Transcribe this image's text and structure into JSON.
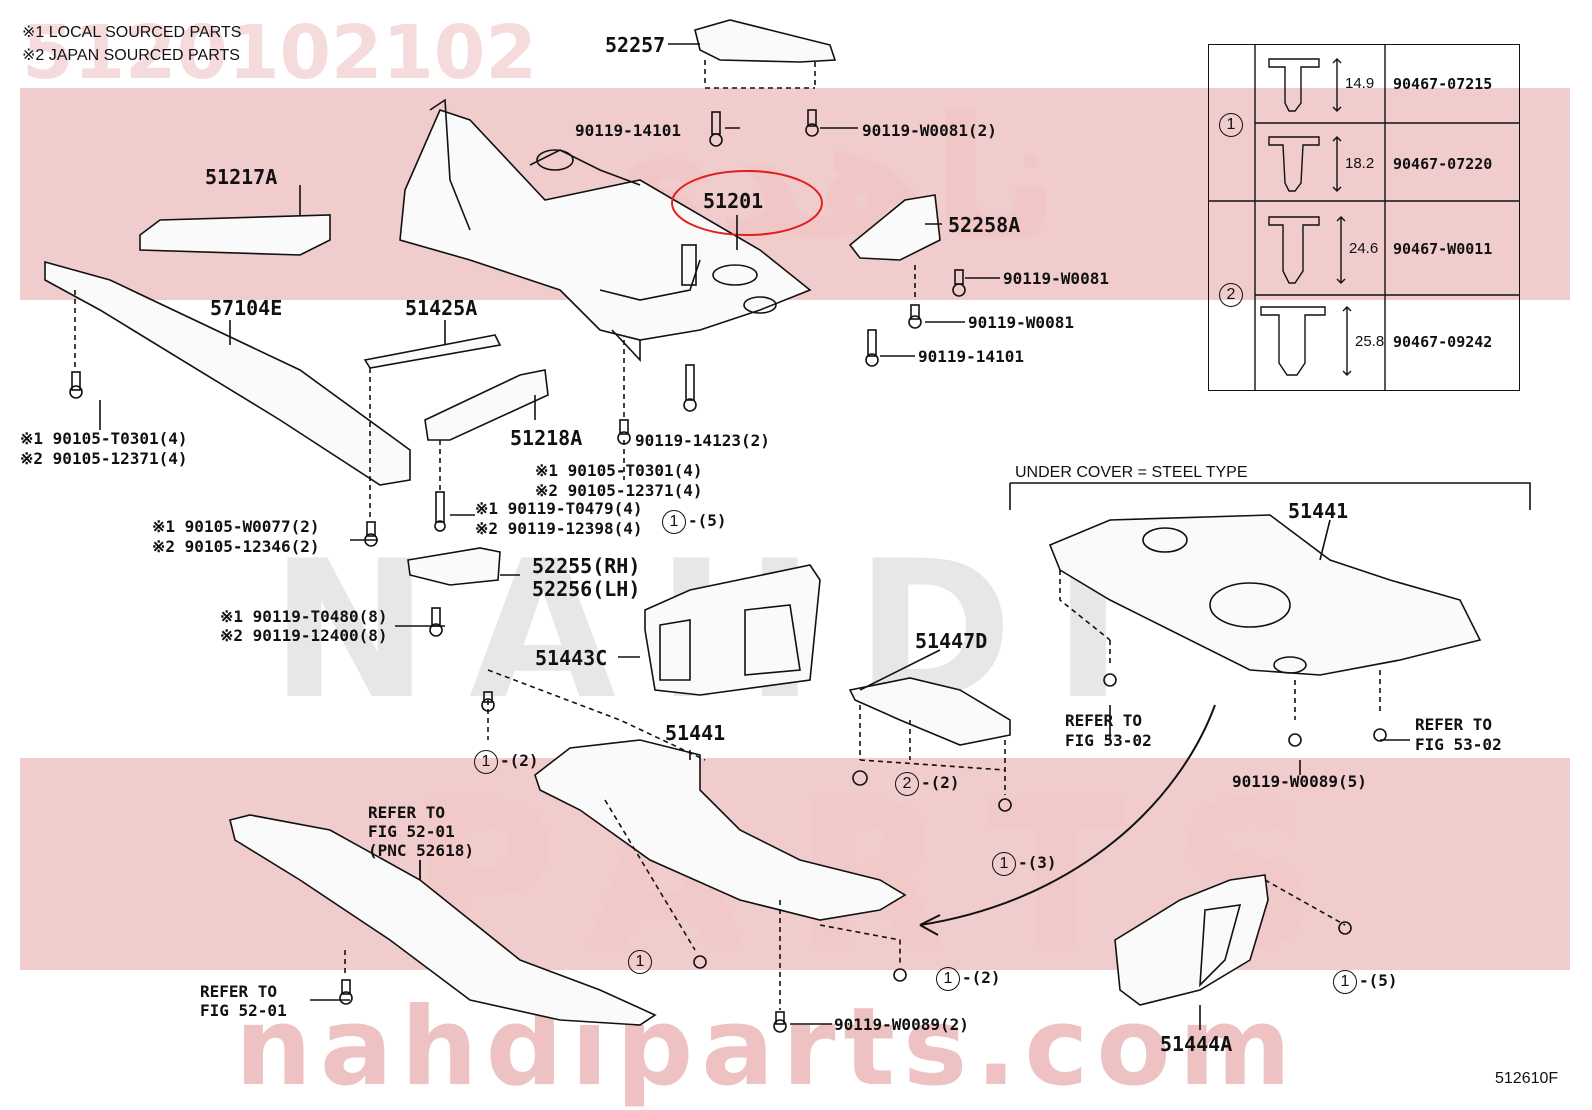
{
  "watermark": {
    "part_number": "5120102102",
    "brand_arabic": "ناهدي",
    "brand_latin_1": "NAHDI",
    "brand_latin_2": "PARTS",
    "site": "nahdiparts.com",
    "brand_color": "#d9534f"
  },
  "notes": {
    "local": "※1 LOCAL SOURCED PARTS",
    "japan": "※2 JAPAN SOURCED PARTS",
    "under_cover": "UNDER COVER = STEEL TYPE"
  },
  "figure_id": "512610F",
  "highlight": {
    "part": "51201",
    "color": "#e02020"
  },
  "labels": {
    "p52257": "52257",
    "p90119_14101_top": "90119-14101",
    "p90119_w0081_2": "90119-W0081(2)",
    "p51217a": "51217A",
    "p51201": "51201",
    "p52258a": "52258A",
    "p90119_w0081_a": "90119-W0081",
    "p90119_w0081_b": "90119-W0081",
    "p90119_14101_r": "90119-14101",
    "p57104e": "57104E",
    "p51425a": "51425A",
    "p51218a": "51218A",
    "p90119_14123": "90119-14123(2)",
    "p90105_t0301_l1": "※1 90105-T0301(4)",
    "p90105_12371_l2": "※2 90105-12371(4)",
    "p90105_t0301_m1": "※1 90105-T0301(4)",
    "p90105_12371_m2": "※2 90105-12371(4)",
    "p90119_t0479": "※1 90119-T0479(4)",
    "p90119_12398": "※2 90119-12398(4)",
    "p90105_w0077": "※1 90105-W0077(2)",
    "p90105_12346": "※2 90105-12346(2)",
    "p52255": "52255(RH)",
    "p52256": "52256(LH)",
    "p90119_t0480": "※1 90119-T0480(8)",
    "p90119_12400": "※2 90119-12400(8)",
    "p51443c": "51443C",
    "p51447d": "51447D",
    "p51441_top": "51441",
    "p51441_mid": "51441",
    "refer_53_02_a1": "REFER TO",
    "refer_53_02_a2": "FIG 53-02",
    "refer_53_02_b1": "REFER TO",
    "refer_53_02_b2": "FIG 53-02",
    "p90119_w0089_5": "90119-W0089(5)",
    "refer_52_01_a1": "REFER TO",
    "refer_52_01_a2": "FIG 52-01",
    "refer_52_01_a3": "(PNC 52618)",
    "refer_52_01_b1": "REFER TO",
    "refer_52_01_b2": "FIG 52-01",
    "p90119_w0089_2": "90119-W0089(2)",
    "p51444a": "51444A",
    "c1_5a": "-(5)",
    "c1_2a": "-(2)",
    "c2_2": "-(2)",
    "c1_3": "-(3)",
    "c1_2b": "-(2)",
    "c1_5b": "-(5)",
    "c_one": "1",
    "c_two": "2"
  },
  "clip_table": {
    "groups": [
      "1",
      "2"
    ],
    "rows": [
      {
        "dim": "14.9",
        "part": "90467-07215"
      },
      {
        "dim": "18.2",
        "part": "90467-07220"
      },
      {
        "dim": "24.6",
        "part": "90467-W0011"
      },
      {
        "dim": "25.8",
        "part": "90467-09242"
      }
    ]
  }
}
